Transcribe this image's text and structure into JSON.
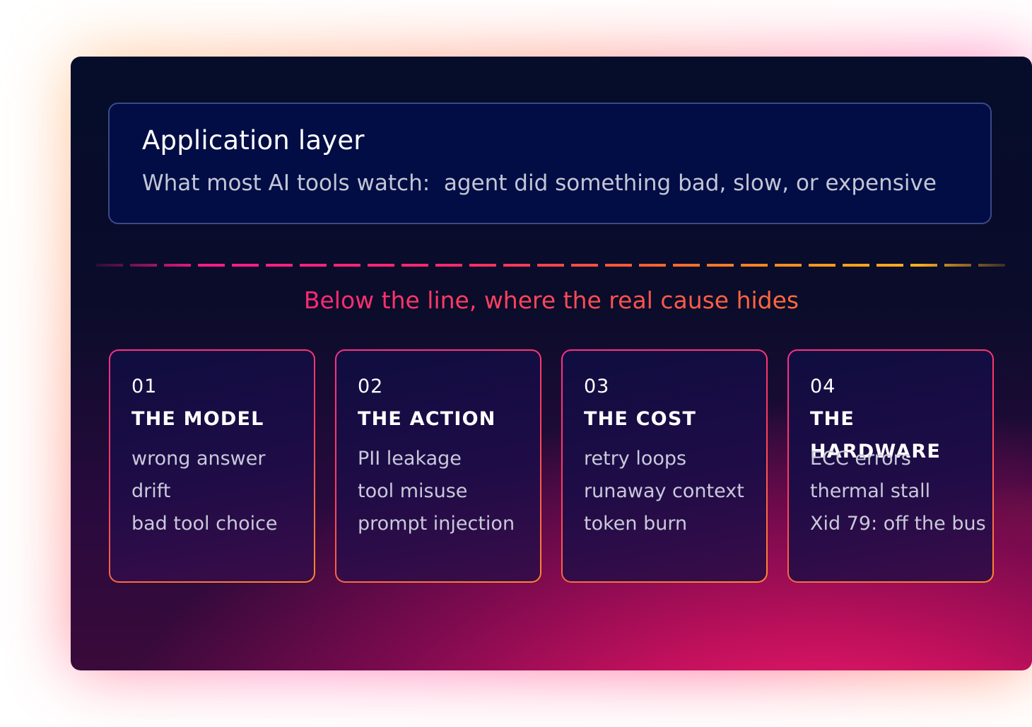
{
  "application_layer": {
    "title": "Application layer",
    "subtitle": "What most AI tools watch:  agent did something bad, slow, or expensive"
  },
  "below_line_heading": "Below the line, where the real cause hides",
  "cards": [
    {
      "number": "01",
      "title": "THE MODEL",
      "items": [
        "wrong answer",
        "drift",
        "bad tool choice"
      ]
    },
    {
      "number": "02",
      "title": "THE ACTION",
      "items": [
        "PII leakage",
        "tool misuse",
        "prompt injection"
      ]
    },
    {
      "number": "03",
      "title": "THE COST",
      "items": [
        "retry loops",
        "runaway context",
        "token burn"
      ]
    },
    {
      "number": "04",
      "title": "THE HARDWARE",
      "items": [
        "ECC errors",
        "thermal stall",
        "Xid 79: off the bus"
      ]
    }
  ],
  "colors": {
    "panel_background": "#0a0c2a",
    "app_layer_background": "#010d44",
    "heading_pink": "#ff2774",
    "heading_orange": "#ff6b3a",
    "card_border_pink": "#ff2d8c",
    "card_border_orange": "#ff8a2a"
  }
}
